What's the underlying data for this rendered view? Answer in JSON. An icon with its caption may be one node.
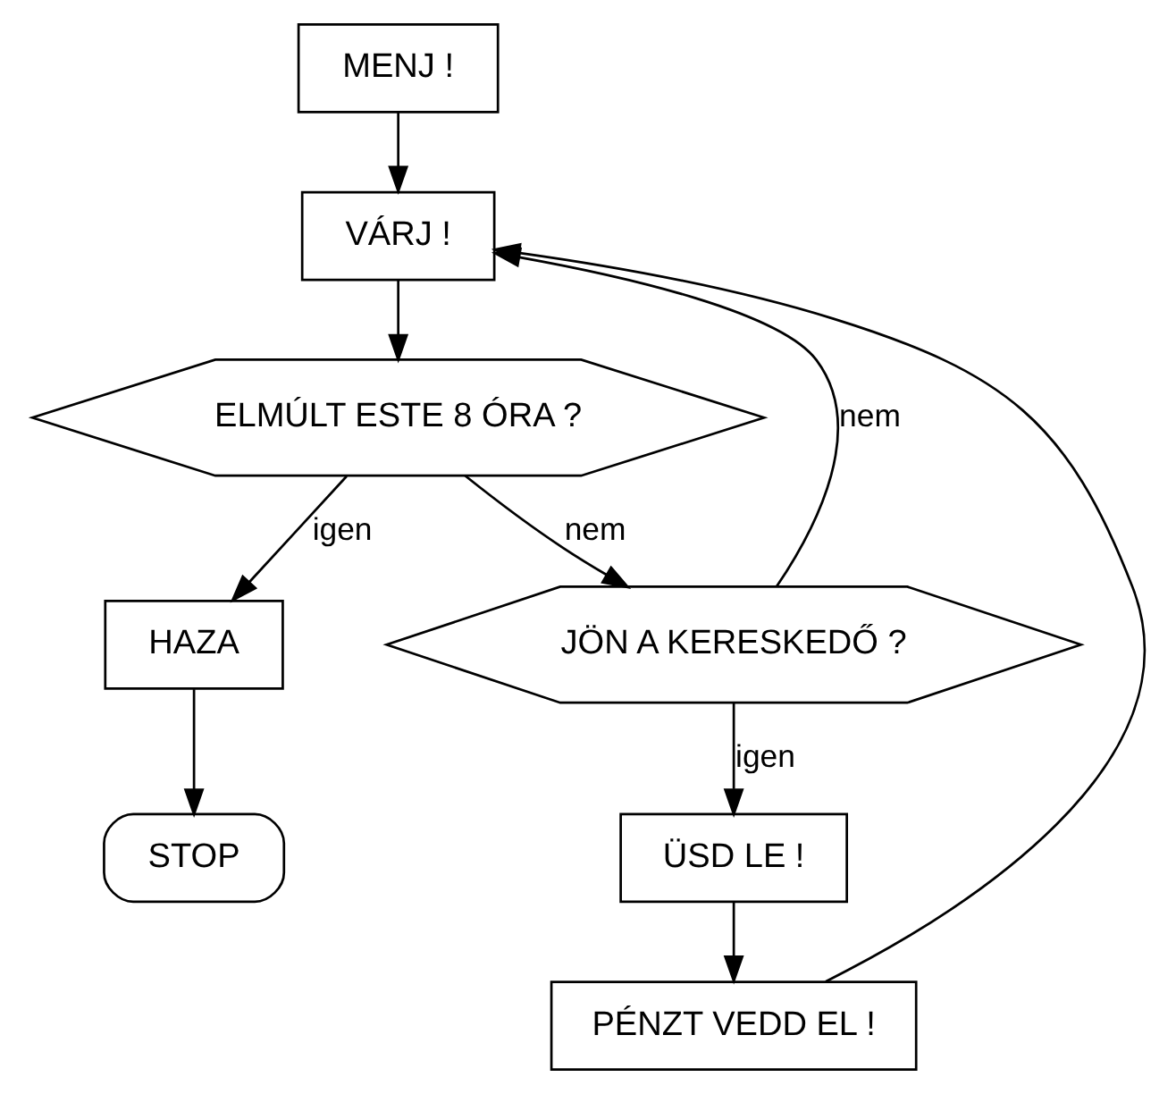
{
  "diagram": {
    "nodes": [
      {
        "text": [
          "MENJ !"
        ]
      },
      {
        "text": [
          "VÁRJ !"
        ]
      },
      {
        "text": [
          "ELMÚLT ESTE 8 ÓRA ?"
        ]
      },
      {
        "text": [
          "HAZA"
        ]
      },
      {
        "text": [
          "STOP"
        ]
      },
      {
        "text": [
          "JÖN A KERESKEDŐ ?"
        ]
      },
      {
        "text": [
          "ÜSD LE !"
        ]
      },
      {
        "text": [
          "PÉNZT VEDD EL !"
        ]
      }
    ],
    "edges": [
      {
        "from": 0,
        "to": 1,
        "arrow": "to"
      },
      {
        "from": 1,
        "to": 2,
        "arrow": "to"
      },
      {
        "from": 2,
        "to": 3,
        "arrow": "to",
        "label": "igen"
      },
      {
        "from": 3,
        "to": 4,
        "arrow": "to"
      },
      {
        "from": 2,
        "to": 5,
        "arrow": "to",
        "label": "nem"
      },
      {
        "from": 5,
        "to": 6,
        "arrow": "to",
        "label": "igen"
      },
      {
        "from": 6,
        "to": 7,
        "arrow": "to"
      },
      {
        "from": 5,
        "to": 1,
        "arrow": "to",
        "label": "nem"
      },
      {
        "from": 7,
        "to": 1,
        "arrow": "to"
      }
    ]
  }
}
